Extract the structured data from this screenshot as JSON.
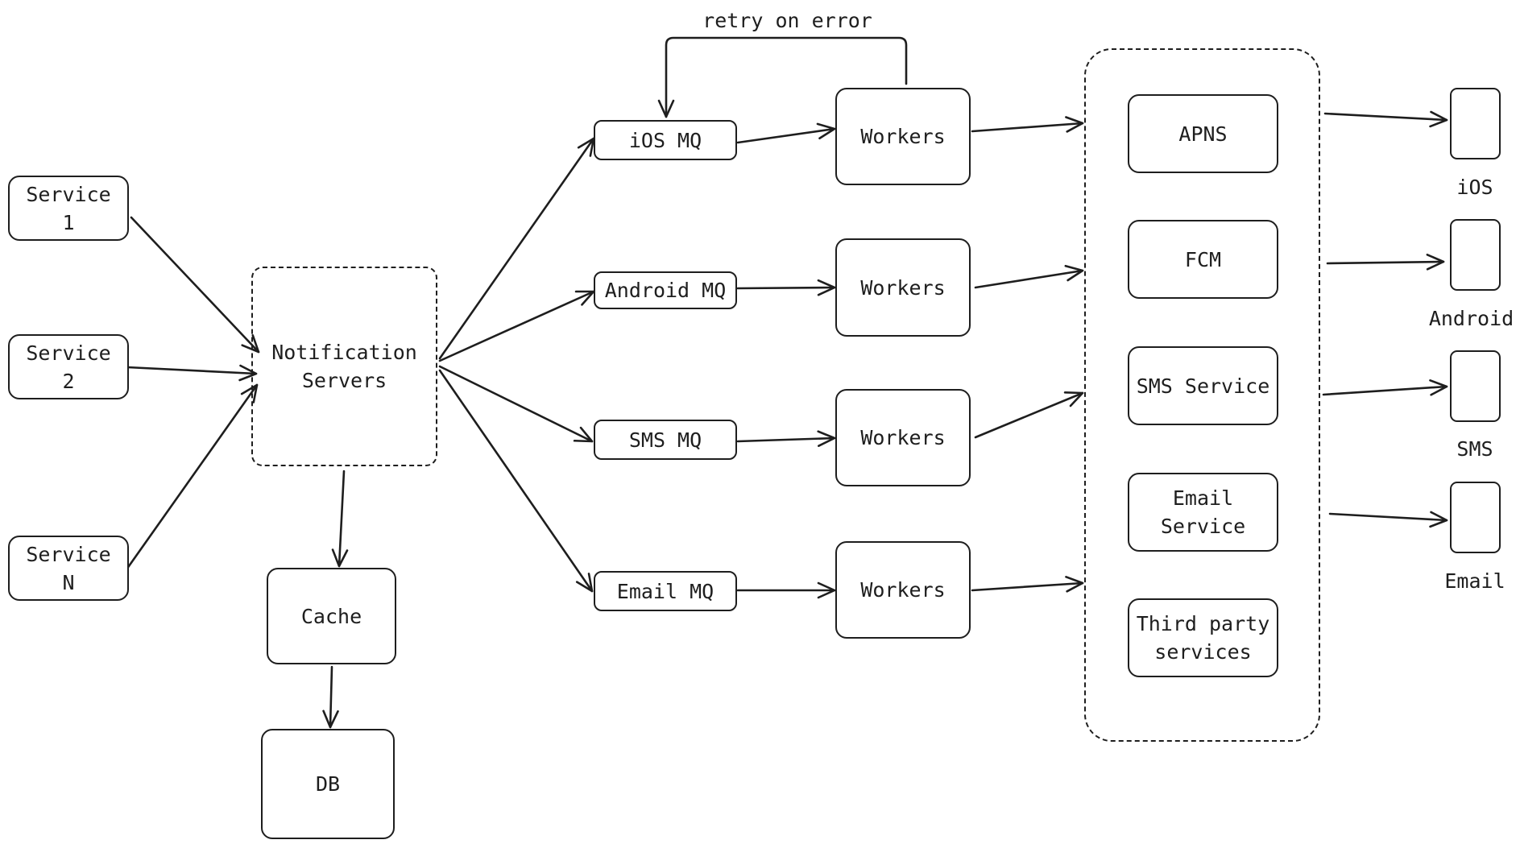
{
  "services": [
    {
      "label": "Service\n1"
    },
    {
      "label": "Service\n2"
    },
    {
      "label": "Service\nN"
    }
  ],
  "notification_servers": {
    "label": "Notification\nServers"
  },
  "cache": {
    "label": "Cache"
  },
  "db": {
    "label": "DB"
  },
  "queues": [
    {
      "label": "iOS MQ"
    },
    {
      "label": "Android MQ"
    },
    {
      "label": "SMS MQ"
    },
    {
      "label": "Email MQ"
    }
  ],
  "workers": [
    {
      "label": "Workers"
    },
    {
      "label": "Workers"
    },
    {
      "label": "Workers"
    },
    {
      "label": "Workers"
    }
  ],
  "retry_label": "retry on error",
  "third_party": [
    {
      "label": "APNS"
    },
    {
      "label": "FCM"
    },
    {
      "label": "SMS Service"
    },
    {
      "label": "Email\nService"
    },
    {
      "label": "Third party\nservices"
    }
  ],
  "devices": [
    {
      "label": "iOS"
    },
    {
      "label": "Android"
    },
    {
      "label": "SMS"
    },
    {
      "label": "Email"
    }
  ]
}
